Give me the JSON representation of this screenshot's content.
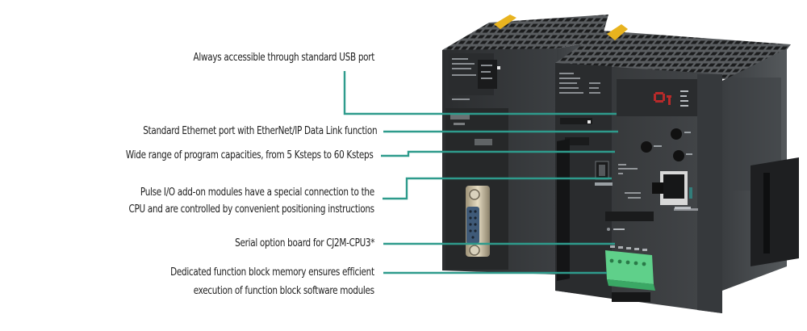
{
  "diagram": {
    "subject": "PLC CPU unit with option modules",
    "accent_color": "#2a9d8f",
    "line_color": "#2e9b8c",
    "callouts": [
      {
        "id": "usb",
        "lines": [
          "Always accessible through standard USB port"
        ]
      },
      {
        "id": "ethernet",
        "lines": [
          "Standard Ethernet port with EtherNet/IP Data Link function"
        ]
      },
      {
        "id": "capacities",
        "lines": [
          "Wide range of program capacities, from 5 Ksteps to 60 Ksteps"
        ]
      },
      {
        "id": "pulse-io",
        "lines": [
          "Pulse I/O add-on modules have a special connection to the",
          "CPU and are controlled by convenient positioning instructions"
        ]
      },
      {
        "id": "serial",
        "lines": [
          "Serial option board for CJ2M-CPU3*"
        ]
      },
      {
        "id": "function-block",
        "lines": [
          "Dedicated function block memory ensures efficient",
          "execution of function block software modules"
        ]
      }
    ],
    "device": {
      "left_module": "Power/Serial module with D-sub 9-pin connector",
      "right_module": "CPU unit with 7-segment display, rotary switches, USB port, Ethernet RJ45 port, green terminal block",
      "display_color": "#d12a2a",
      "terminal_color": "#5fd08a"
    }
  }
}
